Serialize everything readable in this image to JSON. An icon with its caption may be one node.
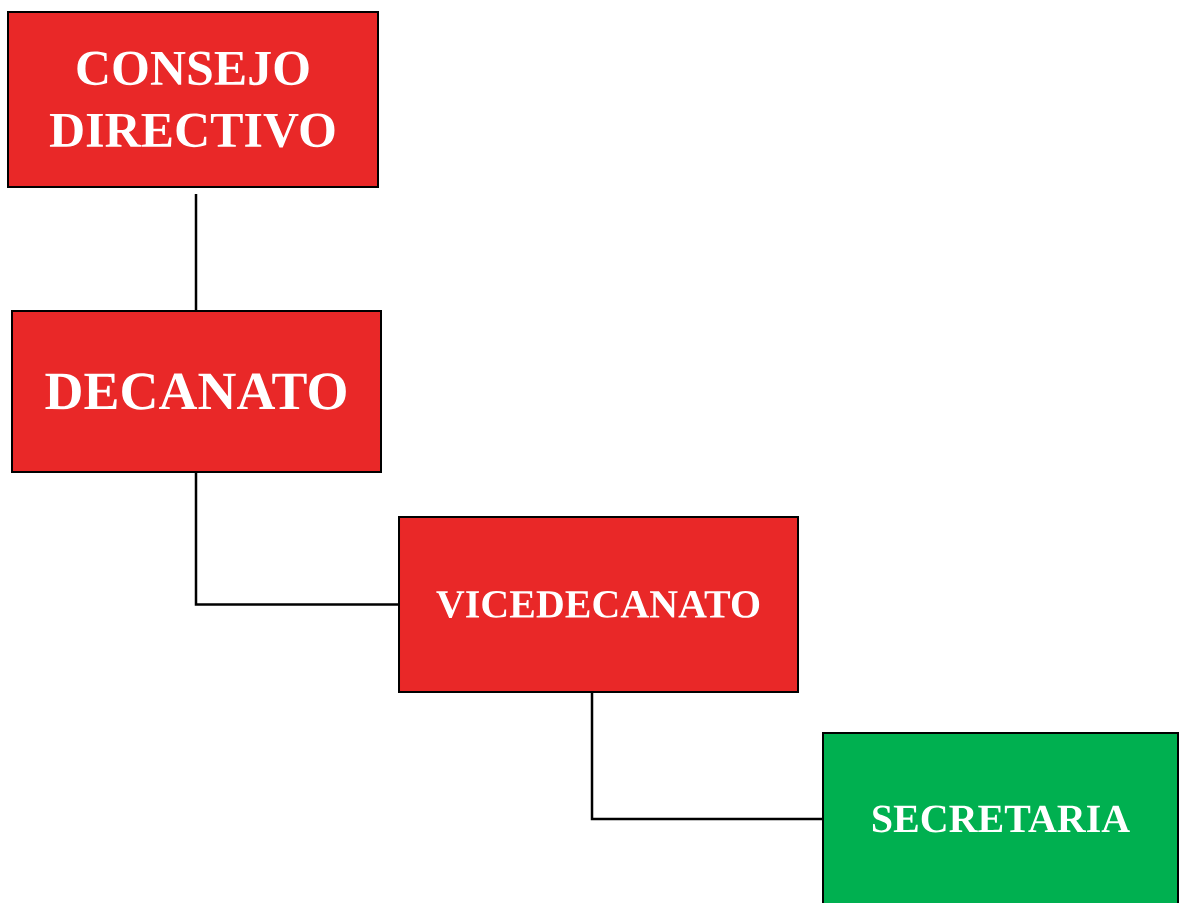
{
  "diagram": {
    "nodes": [
      {
        "text": [
          "CONSEJO DIRECTIVO"
        ]
      },
      {
        "text": [
          "DECANATO"
        ]
      },
      {
        "text": [
          "VICEDECANATO"
        ]
      },
      {
        "text": [
          "SECRETARIA"
        ]
      }
    ],
    "edges": [
      {
        "from": 0,
        "to": 1,
        "arrow": "none"
      },
      {
        "from": 1,
        "to": 2,
        "arrow": "none"
      },
      {
        "from": 2,
        "to": 3,
        "arrow": "none"
      }
    ]
  }
}
